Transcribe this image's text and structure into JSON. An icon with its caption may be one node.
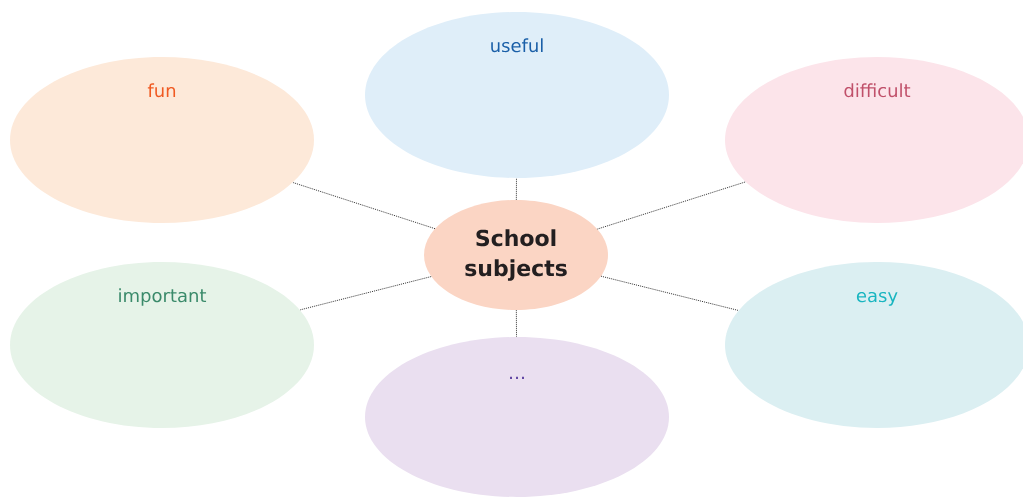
{
  "diagram": {
    "nodes": [
      {
        "text": [
          "useful"
        ]
      },
      {
        "text": [
          "fun"
        ]
      },
      {
        "text": [
          "difficult"
        ]
      },
      {
        "text": [
          "School subjects"
        ]
      },
      {
        "text": [
          "important"
        ]
      },
      {
        "text": [
          "easy"
        ]
      },
      {
        "text": [
          "…"
        ]
      }
    ],
    "edges": [
      {
        "from": 3,
        "to": 0,
        "arrow": "none"
      },
      {
        "from": 3,
        "to": 1,
        "arrow": "none"
      },
      {
        "from": 3,
        "to": 2,
        "arrow": "none"
      },
      {
        "from": 3,
        "to": 4,
        "arrow": "none"
      },
      {
        "from": 3,
        "to": 5,
        "arrow": "none"
      },
      {
        "from": 3,
        "to": 6,
        "arrow": "none"
      }
    ]
  }
}
